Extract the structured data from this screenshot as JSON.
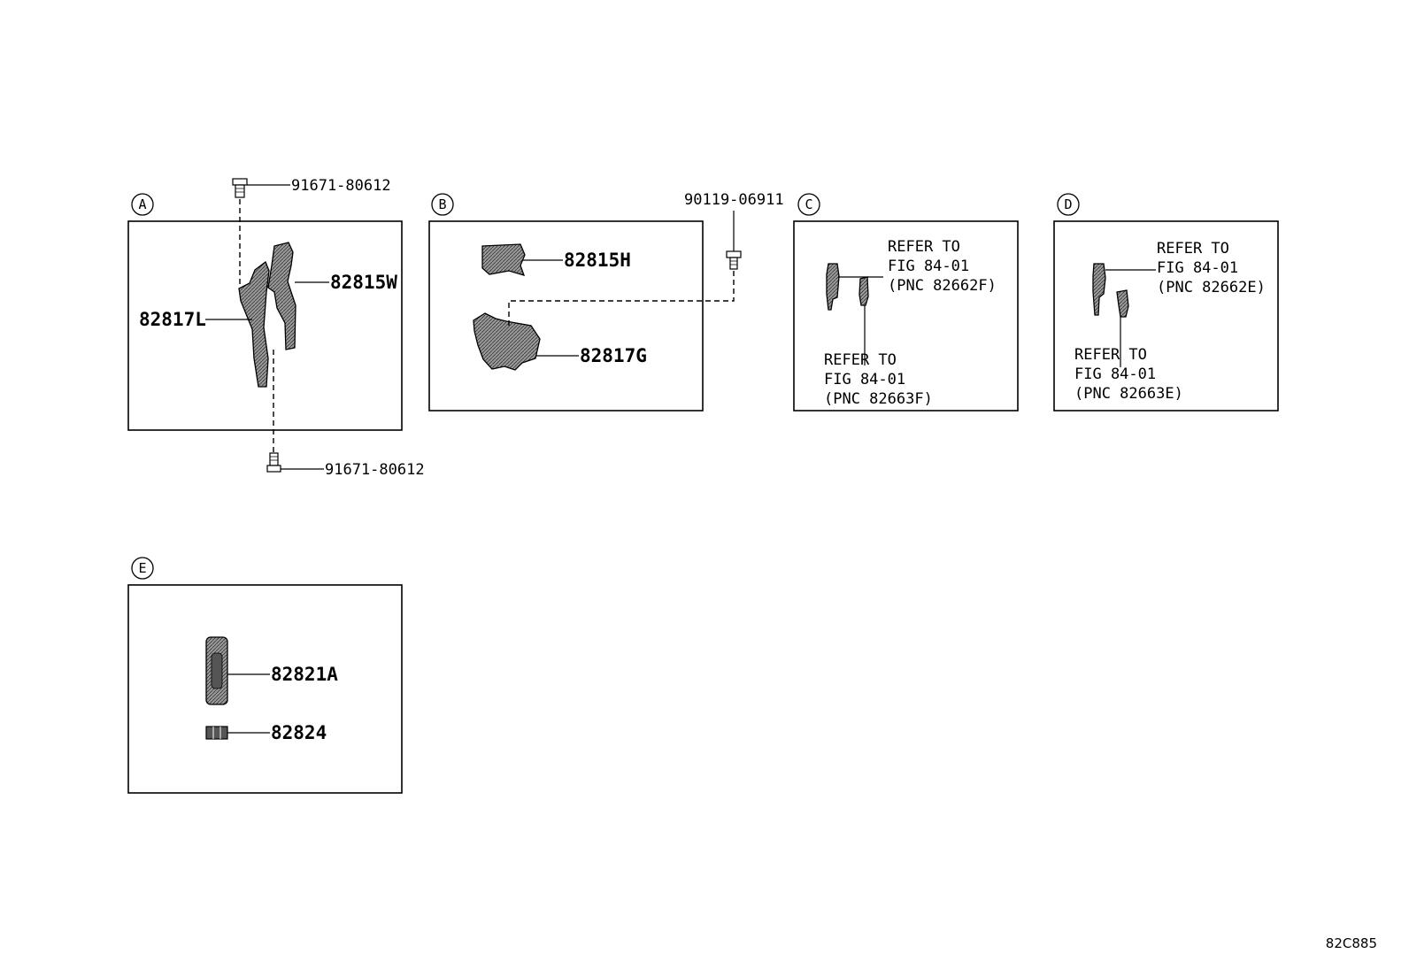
{
  "sections": {
    "A": {
      "letter": "A",
      "parts": {
        "bolt_top": "91671-80612",
        "bracket_l": "82817L",
        "bracket_w": "82815W",
        "bolt_bottom": "91671-80612"
      }
    },
    "B": {
      "letter": "B",
      "parts": {
        "cover_h": "82815H",
        "bracket_g": "82817G",
        "screw": "90119-06911"
      }
    },
    "C": {
      "letter": "C",
      "ref_top": {
        "line1": "REFER TO",
        "line2": "FIG 84-01",
        "line3": "(PNC 82662F)"
      },
      "ref_bottom": {
        "line1": "REFER TO",
        "line2": "FIG 84-01",
        "line3": "(PNC 82663F)"
      }
    },
    "D": {
      "letter": "D",
      "ref_top": {
        "line1": "REFER TO",
        "line2": "FIG 84-01",
        "line3": "(PNC 82662E)"
      },
      "ref_bottom": {
        "line1": "REFER TO",
        "line2": "FIG 84-01",
        "line3": "(PNC 82663E)"
      }
    },
    "E": {
      "letter": "E",
      "parts": {
        "clip_a": "82821A",
        "clip_b": "82824"
      }
    }
  },
  "diagram_code": "82C885"
}
